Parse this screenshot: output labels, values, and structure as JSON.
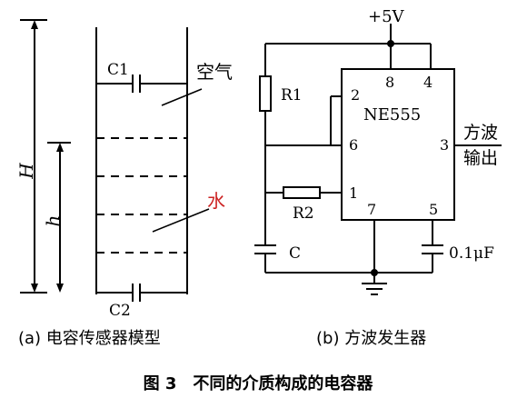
{
  "left_model": {
    "label_H": "H",
    "label_h": "h",
    "label_c1": "C1",
    "label_c2": "C2",
    "label_air": "空气",
    "label_water": "水",
    "caption": "(a) 电容传感器模型"
  },
  "right_circuit": {
    "supply": "+5V",
    "chip": "NE555",
    "r1": "R1",
    "r2": "R2",
    "cap_c": "C",
    "cap_01": "0.1μF",
    "pin2": "2",
    "pin8": "8",
    "pin4": "4",
    "pin6": "6",
    "pin3": "3",
    "pin1": "1",
    "pin7": "7",
    "pin5": "5",
    "out_line1": "方波",
    "out_line2": "输出",
    "caption": "(b) 方波发生器"
  },
  "figure_caption": "图 3　不同的介质构成的电容器",
  "colors": {
    "ink": "#000000",
    "water_label": "#cc2222",
    "background": "#ffffff"
  }
}
